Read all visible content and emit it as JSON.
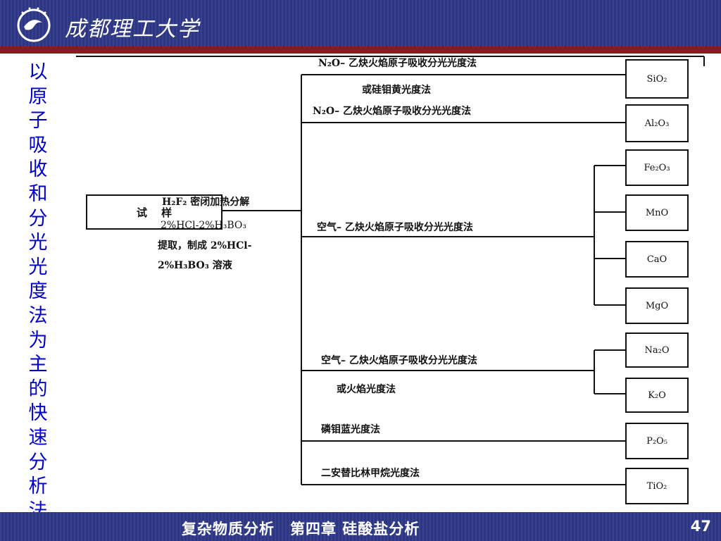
{
  "header": {
    "school_name": "成都理工大学"
  },
  "side_title": [
    "以",
    "原",
    "子",
    "吸",
    "收",
    "和",
    "分",
    "光",
    "光",
    "度",
    "法",
    "为",
    "主",
    "的",
    "快",
    "速",
    "分",
    "析",
    "法"
  ],
  "diagram": {
    "sample_label": "试　 样",
    "decomposition": [
      "H₂F₂ 密闭加热分解",
      "2%HCl-2%H₃BO₃",
      "提取，制成 2%HCl-",
      "2%H₃BO₃ 溶液"
    ],
    "methods": {
      "sio2_line1": "N₂O– 乙炔火焰原子吸收分光光度法",
      "sio2_line2": "或硅钼黄光度法",
      "al2o3": "N₂O– 乙炔火焰原子吸收分光光度法",
      "group1": "空气– 乙炔火焰原子吸收分光光度法",
      "group2_line1": "空气– 乙炔火焰原子吸收分光光度法",
      "group2_line2": "或火焰光度法",
      "p2o5": "磷钼蓝光度法",
      "tio2": "二安替比林甲烷光度法"
    },
    "components": [
      "SiO₂",
      "Al₂O₃",
      "Fe₂O₃",
      "MnO",
      "CaO",
      "MgO",
      "Na₂O",
      "K₂O",
      "P₂O₅",
      "TiO₂"
    ]
  },
  "footer": {
    "title": "复杂物质分析　第四章 硅酸盐分析",
    "page_number": "47"
  }
}
